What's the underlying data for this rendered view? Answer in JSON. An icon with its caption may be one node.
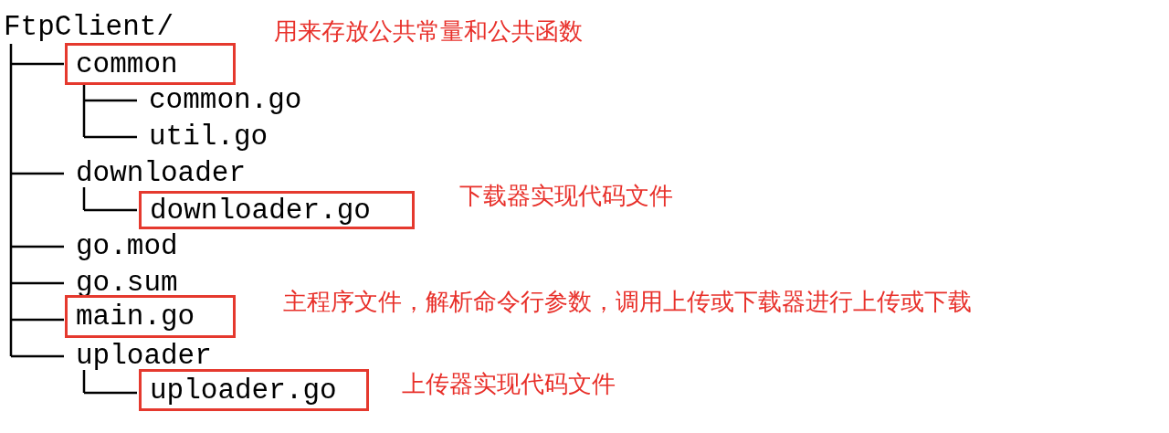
{
  "diagram": {
    "nodes": [
      {
        "text": [
          "common"
        ],
        "beside": [
          "用来存放公共常量和公共函数"
        ]
      },
      {
        "text": [
          "downloader.go"
        ],
        "beside": [
          "下载器实现代码文件"
        ]
      },
      {
        "text": [
          "main.go"
        ],
        "beside": [
          "主程序文件，解析命令行参数，调用上传或下载器进行上传或下载"
        ]
      },
      {
        "text": [
          "uploader.go"
        ],
        "beside": [
          "上传器实现代码文件"
        ]
      }
    ],
    "labels": [
      "FtpClient/",
      "common.go",
      "util.go",
      "downloader",
      "go.mod",
      "go.sum",
      "uploader"
    ]
  }
}
